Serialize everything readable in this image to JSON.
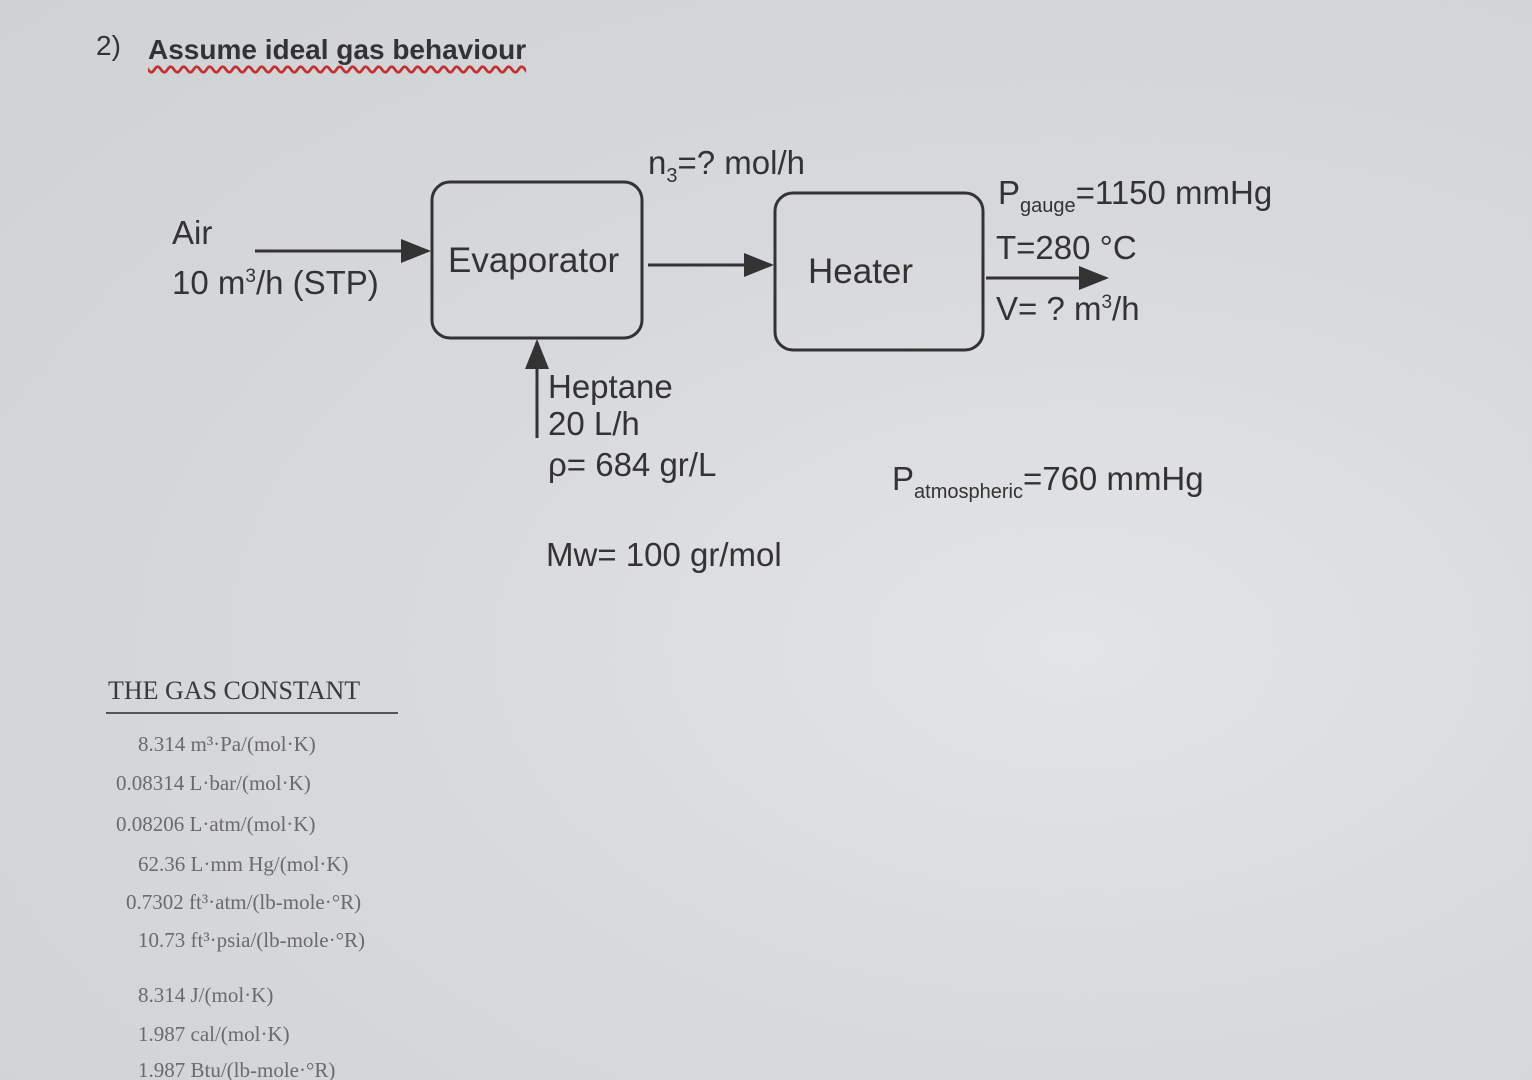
{
  "heading": {
    "number": "2)",
    "title": "Assume ideal gas behaviour"
  },
  "diagram": {
    "air": {
      "label": "Air",
      "flow": "10 m",
      "flow_sup": "3",
      "flow_rest": "/h (STP)"
    },
    "evaporator": "Evaporator",
    "heater": "Heater",
    "stream3": {
      "n": "n",
      "sub": "3",
      "rest": "=? mol/h"
    },
    "heptane": {
      "label": "Heptane",
      "flow": "20 L/h",
      "density": "ρ= 684 gr/L",
      "mw": "Mw= 100 gr/mol"
    },
    "outlet": {
      "p": "P",
      "p_sub": "gauge",
      "p_rest": "=1150 mmHg",
      "t": "T=280 °C",
      "v": "V= ?  m",
      "v_sup": "3",
      "v_rest": "/h"
    },
    "atm": {
      "p": "P",
      "p_sub": "atmospheric",
      "p_rest": "=760 mmHg"
    }
  },
  "gas_constant": {
    "title": "THE GAS CONSTANT",
    "rows": [
      "8.314 m³·Pa/(mol·K)",
      "0.08314 L·bar/(mol·K)",
      "0.08206 L·atm/(mol·K)",
      "62.36 L·mm Hg/(mol·K)",
      "0.7302 ft³·atm/(lb-mole·°R)",
      "10.73 ft³·psia/(lb-mole·°R)",
      "8.314 J/(mol·K)",
      "1.987 cal/(mol·K)",
      "1.987 Btu/(lb-mole·°R)"
    ]
  },
  "colors": {
    "underline": "#c23030",
    "text": "#333333"
  }
}
